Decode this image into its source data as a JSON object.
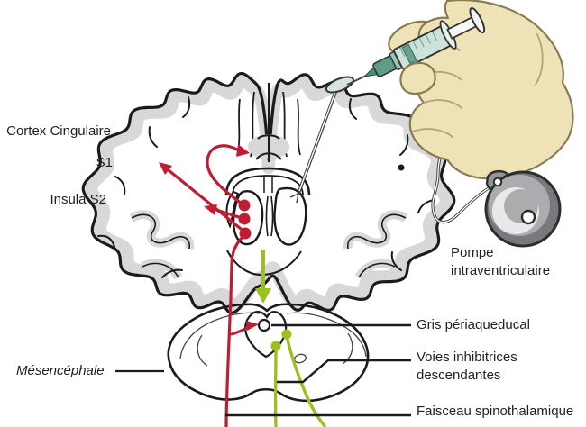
{
  "figure": {
    "background": "#ffffff",
    "labels": {
      "cortex_cingulaire": "Cortex Cingulaire",
      "s1": "S1",
      "insula_s2": "Insula S2",
      "mesencephale": "Mésencéphale",
      "pompe": {
        "line1": "Pompe",
        "line2": "intraventriculaire"
      },
      "gris_periaqueducal": "Gris périaqueducal",
      "voies_inhibitrices": {
        "line1": "Voies inhibitrices",
        "line2": "descendantes"
      },
      "faisceau_spinothalamique": "Faisceau spinothalamique"
    },
    "colors": {
      "ascending_pathway_red": "#c01c33",
      "descending_pathway_green": "#9bc11e",
      "cortex_gray": "#d8d8d9",
      "periaqueductal_gray": "#a5a5a5",
      "outline_black": "#1b1b1b",
      "glove_hand": "#ede3b7",
      "syringe_body_green": "#cde3d9",
      "syringe_hub_teal": "#5d9c8a",
      "pump_gray": "#aaacae",
      "text": "#231f20"
    }
  }
}
